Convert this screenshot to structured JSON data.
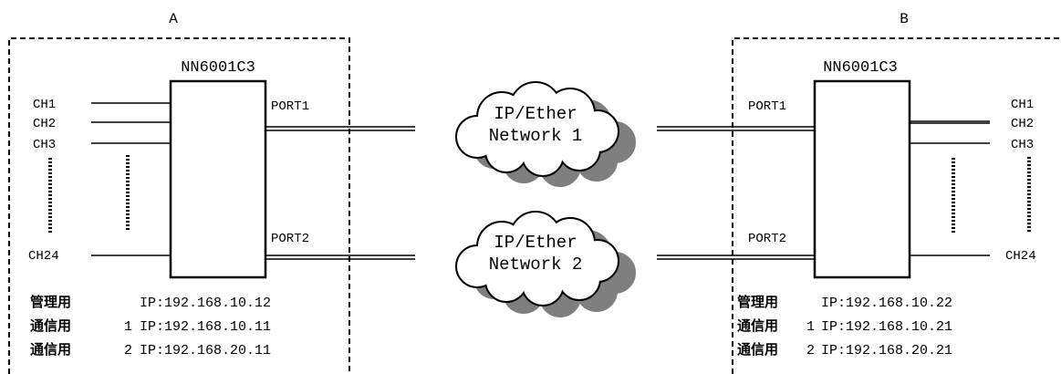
{
  "site_a": {
    "label": "A",
    "device": "NN6001C3",
    "channels": [
      "CH1",
      "CH2",
      "CH3"
    ],
    "last_channel": "CH24",
    "port1": "PORT1",
    "port2": "PORT2",
    "mgmt_label": "管理用",
    "mgmt_ip": "IP:192.168.10.12",
    "comm1_label": "通信用",
    "comm1_num": "1",
    "comm1_ip": "IP:192.168.10.11",
    "comm2_label": "通信用",
    "comm2_num": "2",
    "comm2_ip": "IP:192.168.20.11"
  },
  "site_b": {
    "label": "B",
    "device": "NN6001C3",
    "channels": [
      "CH1",
      "CH2",
      "CH3"
    ],
    "last_channel": "CH24",
    "port1": "PORT1",
    "port2": "PORT2",
    "mgmt_label": "管理用",
    "mgmt_ip": "IP:192.168.10.22",
    "comm1_label": "通信用",
    "comm1_num": "1",
    "comm1_ip": "IP:192.168.10.21",
    "comm2_label": "通信用",
    "comm2_num": "2",
    "comm2_ip": "IP:192.168.20.21"
  },
  "network1": {
    "line1": "IP/Ether",
    "line2": "Network 1"
  },
  "network2": {
    "line1": "IP/Ether",
    "line2": "Network 2"
  },
  "colors": {
    "line": "#000000",
    "cloud_shadow": "#7f7f7f",
    "cloud_fill": "#ffffff"
  }
}
